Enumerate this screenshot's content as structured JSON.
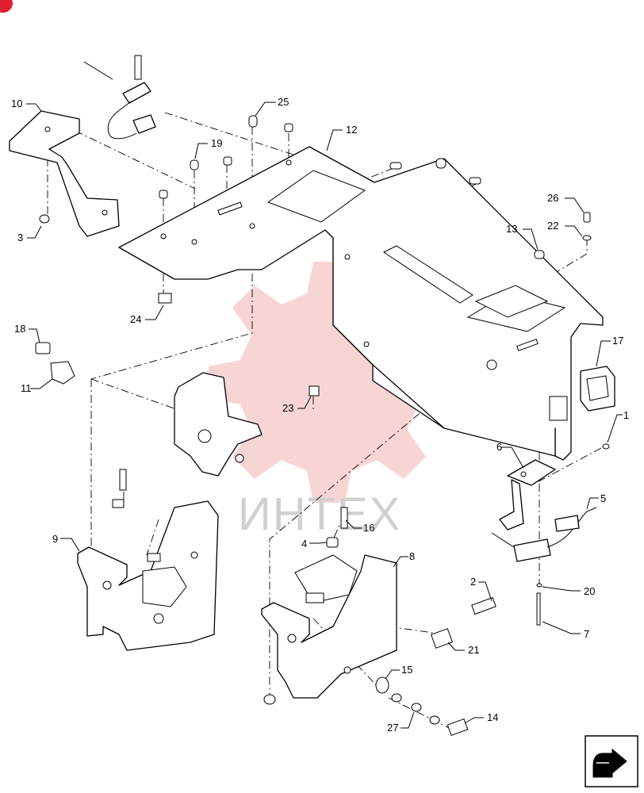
{
  "diagram": {
    "watermark_text": "ИНТЕХ",
    "callouts": [
      {
        "id": "c1",
        "label": "1"
      },
      {
        "id": "c2",
        "label": "2"
      },
      {
        "id": "c3",
        "label": "3"
      },
      {
        "id": "c4",
        "label": "4"
      },
      {
        "id": "c5",
        "label": "5"
      },
      {
        "id": "c6",
        "label": "6"
      },
      {
        "id": "c7",
        "label": "7"
      },
      {
        "id": "c8",
        "label": "8"
      },
      {
        "id": "c9",
        "label": "9"
      },
      {
        "id": "c10",
        "label": "10"
      },
      {
        "id": "c11",
        "label": "11"
      },
      {
        "id": "c12",
        "label": "12"
      },
      {
        "id": "c13",
        "label": "13"
      },
      {
        "id": "c14",
        "label": "14"
      },
      {
        "id": "c15",
        "label": "15"
      },
      {
        "id": "c16",
        "label": "16"
      },
      {
        "id": "c17",
        "label": "17"
      },
      {
        "id": "c18",
        "label": "18"
      },
      {
        "id": "c19",
        "label": "19"
      },
      {
        "id": "c20",
        "label": "20"
      },
      {
        "id": "c21",
        "label": "21"
      },
      {
        "id": "c22",
        "label": "22"
      },
      {
        "id": "c23",
        "label": "23"
      },
      {
        "id": "c24",
        "label": "24"
      },
      {
        "id": "c25",
        "label": "25"
      },
      {
        "id": "c26",
        "label": "26"
      },
      {
        "id": "c27",
        "label": "27"
      }
    ]
  },
  "icons": {
    "corner_badge": "red-circle-badge",
    "next_page": "next-page-arrow-icon"
  },
  "colors": {
    "badge": "#e0202e",
    "watermark_gear": "#f3b3b3",
    "line": "#000000"
  }
}
